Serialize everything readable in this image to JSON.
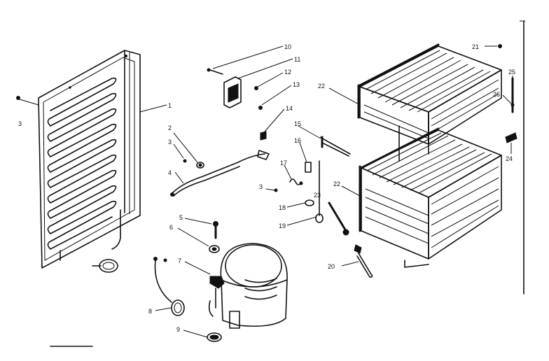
{
  "header": {
    "text": "",
    "faint_text": ""
  },
  "callouts": {
    "c1": "1",
    "c2": "2",
    "c3a": "3",
    "c3b": "3",
    "c3c": "3",
    "c4": "4",
    "c5": "5",
    "c6": "6",
    "c7": "7",
    "c8": "8",
    "c9": "9",
    "c10": "10",
    "c11": "11",
    "c12": "12",
    "c13": "13",
    "c14": "14",
    "c15": "15",
    "c16": "16",
    "c17": "17",
    "c18": "18",
    "c19": "19",
    "c20": "20",
    "c21": "21",
    "c22a": "22",
    "c22b": "22",
    "c23": "23",
    "c24": "24",
    "c25": "25",
    "c26": "26"
  }
}
